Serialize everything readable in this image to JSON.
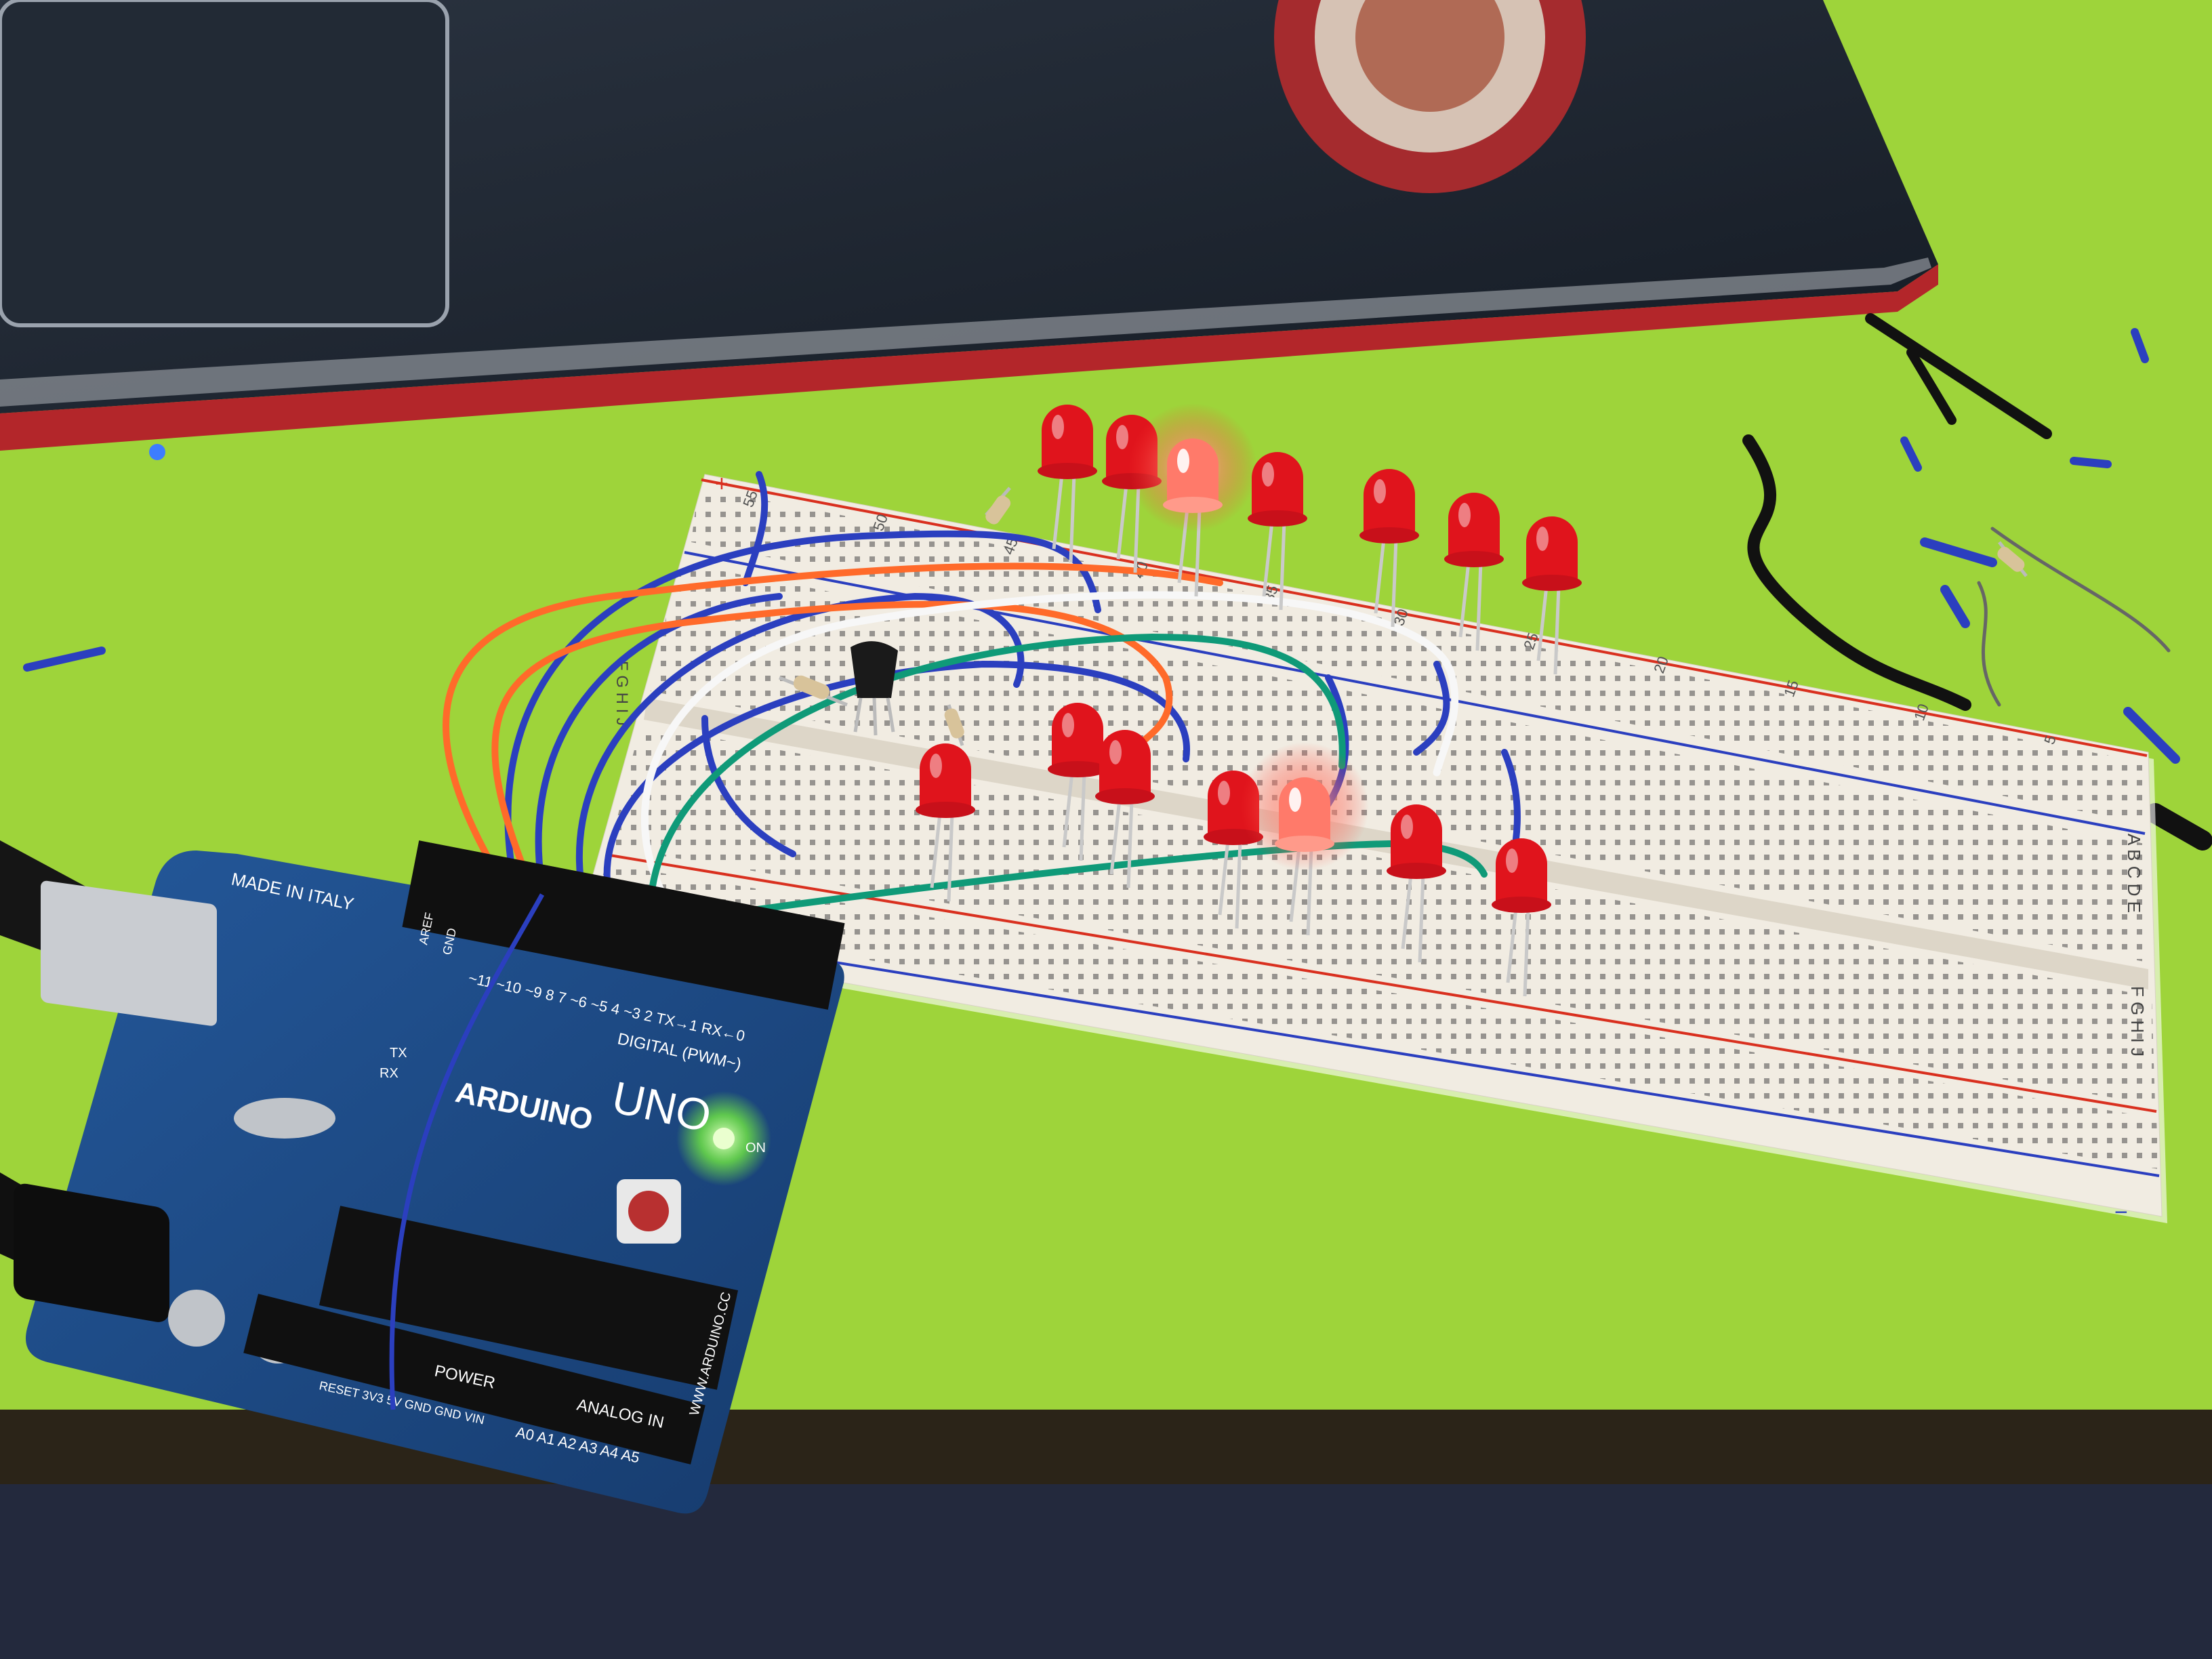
{
  "colors": {
    "desk": "#9ed43a",
    "laptop": "#1e2530",
    "laptop_edge": "#b3262a",
    "breadboard": "#f1ece2",
    "arduino_pcb": "#1d4b86",
    "led_off": "#e0141c",
    "led_on": "#ff7a6a",
    "wire_blue": "#2b3fbf",
    "wire_orange": "#ff6a2a",
    "wire_white": "#f7f7f7",
    "wire_green": "#0f9a78",
    "power_led": "#7cff3a"
  },
  "arduino": {
    "made_in": "MADE IN ITALY",
    "brand": "ARDUINO",
    "model": "UNO",
    "digital_label": "DIGITAL (PWM~)",
    "pin_numbers": "~11  ~10  ~9  8     7  ~6  ~5  4  ~3  2  TX→1  RX←0",
    "aref": "AREF",
    "gnd": "GND",
    "tx": "TX",
    "rx": "RX",
    "on": "ON",
    "power_label": "POWER",
    "analog_label": "ANALOG IN",
    "analog_pins": "A0  A1  A2  A3  A4  A5",
    "power_pins": "RESET  3V3  5V  GND  GND  VIN",
    "website": "WWW.ARDUINO.CC"
  },
  "breadboard": {
    "row_letters_top": "A B C D E",
    "row_letters_bottom": "F G H I J",
    "column_numbers": [
      "5",
      "10",
      "15",
      "20",
      "25",
      "30",
      "35",
      "40",
      "45",
      "50",
      "55"
    ],
    "plus": "+",
    "minus": "−"
  },
  "leds": {
    "top_row_lit": [
      false,
      false,
      true,
      false,
      false,
      false,
      false
    ],
    "bottom_row_lit": [
      false,
      false,
      false,
      false,
      true,
      false,
      false
    ]
  }
}
